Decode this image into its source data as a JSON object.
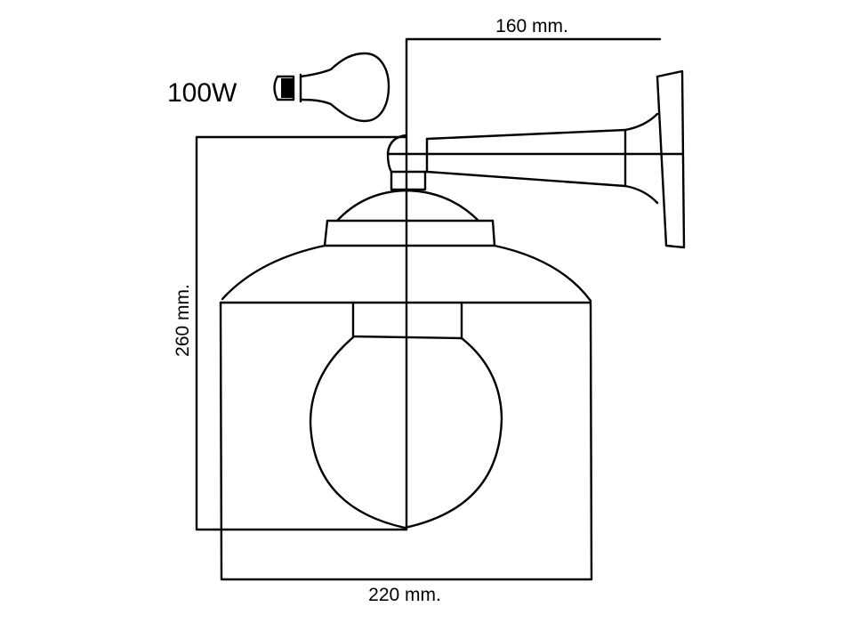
{
  "dimensions": {
    "projection": "160 mm.",
    "height": "260 mm.",
    "width": "220 mm."
  },
  "bulb": {
    "wattage": "100W",
    "icon": "light-bulb-icon"
  },
  "colors": {
    "line": "#000000",
    "background": "#ffffff"
  }
}
